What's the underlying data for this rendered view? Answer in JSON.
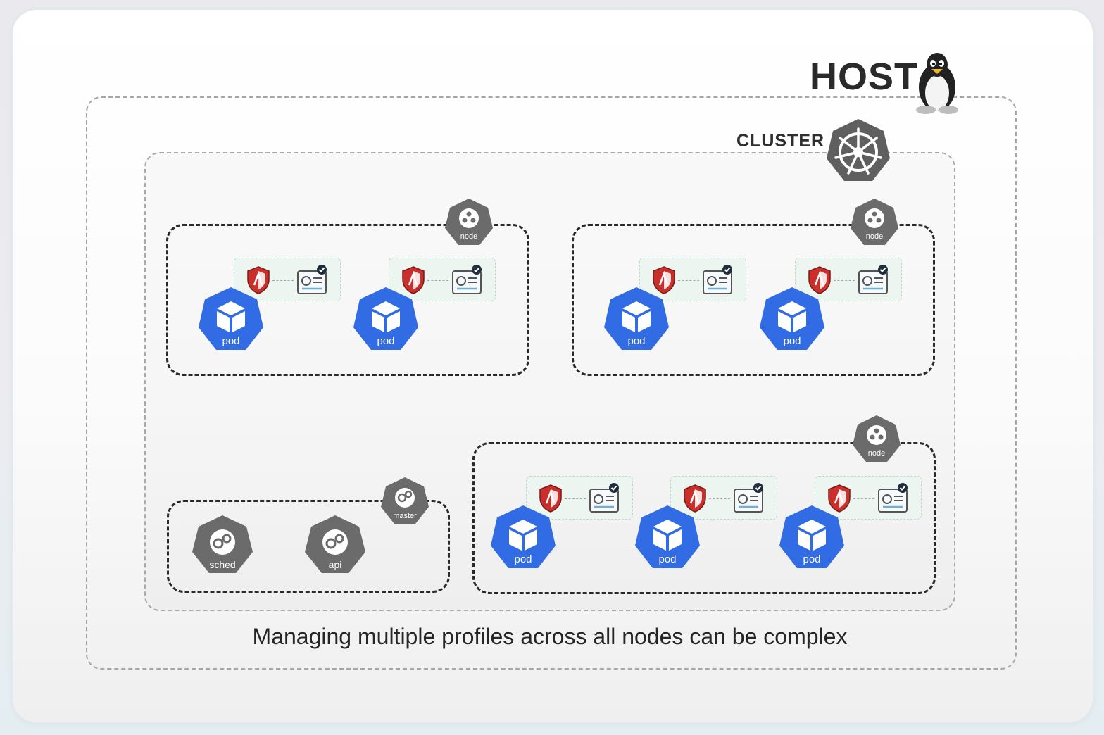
{
  "host": {
    "label": "HOST",
    "icon": "linux-penguin-icon"
  },
  "cluster": {
    "label": "CLUSTER",
    "icon": "kubernetes-helm-icon"
  },
  "node_label": "node",
  "master": {
    "label": "master",
    "components": [
      "sched",
      "api"
    ]
  },
  "pod_label": "pod",
  "caption": "Managing multiple profiles across all nodes can be complex",
  "colors": {
    "pod_blue": "#326ce5",
    "node_grey": "#6b6b6b",
    "shield_red": "#c9302c",
    "profile_bg": "#edf5f1"
  },
  "nodes": [
    {
      "pods": 2
    },
    {
      "pods": 2
    },
    {
      "pods": 3
    }
  ]
}
